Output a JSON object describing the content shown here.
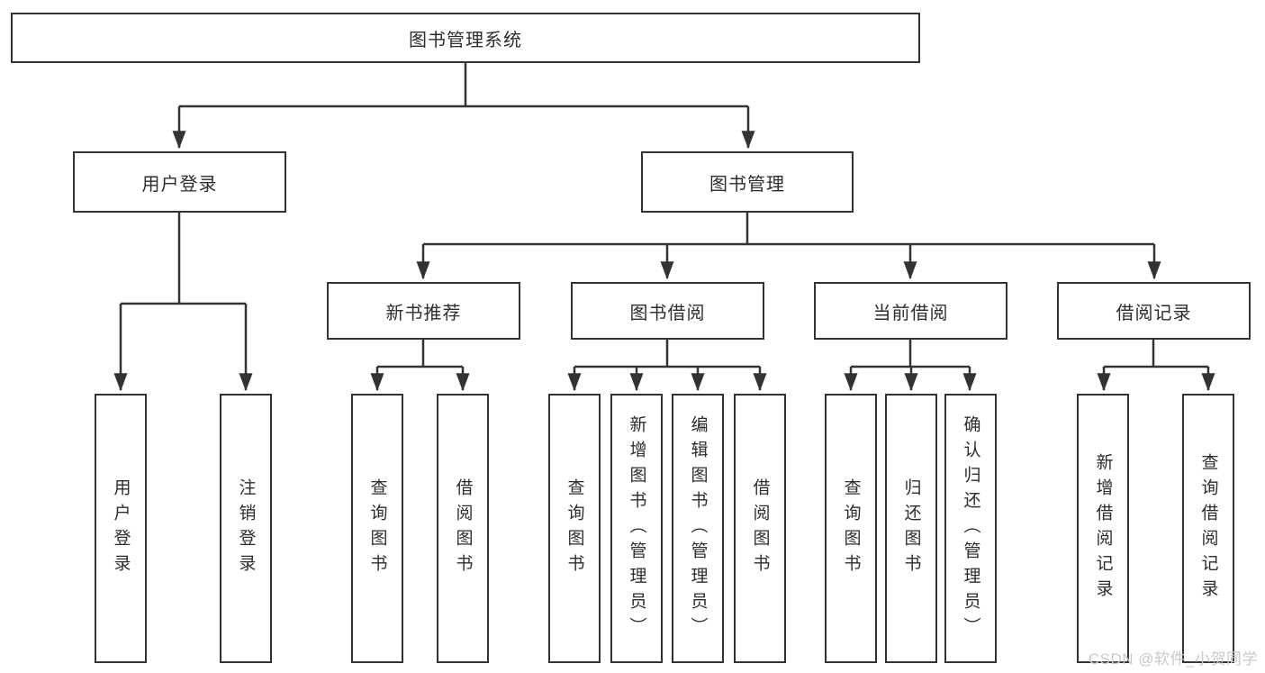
{
  "diagram": {
    "type": "hierarchy",
    "title": "图书管理系统",
    "nodes": {
      "root": "图书管理系统",
      "user_login": "用户登录",
      "book_mgmt": "图书管理",
      "new_book_rec": "新书推荐",
      "book_borrow": "图书借阅",
      "current_borrow": "当前借阅",
      "borrow_record": "借阅记录",
      "ul_login": "用户登录",
      "ul_logout": "注销登录",
      "nb_query": "查询图书",
      "nb_borrow": "借阅图书",
      "bb_query": "查询图书",
      "bb_add": "新增图书（管理员）",
      "bb_edit": "编辑图书（管理员）",
      "bb_borrow": "借阅图书",
      "cb_query": "查询图书",
      "cb_return": "归还图书",
      "cb_confirm": "确认归还（管理员）",
      "br_add": "新增借阅记录",
      "br_query": "查询借阅记录"
    },
    "edges": [
      [
        "root",
        "user_login"
      ],
      [
        "root",
        "book_mgmt"
      ],
      [
        "user_login",
        "ul_login"
      ],
      [
        "user_login",
        "ul_logout"
      ],
      [
        "book_mgmt",
        "new_book_rec"
      ],
      [
        "book_mgmt",
        "book_borrow"
      ],
      [
        "book_mgmt",
        "current_borrow"
      ],
      [
        "book_mgmt",
        "borrow_record"
      ],
      [
        "new_book_rec",
        "nb_query"
      ],
      [
        "new_book_rec",
        "nb_borrow"
      ],
      [
        "book_borrow",
        "bb_query"
      ],
      [
        "book_borrow",
        "bb_add"
      ],
      [
        "book_borrow",
        "bb_edit"
      ],
      [
        "book_borrow",
        "bb_borrow"
      ],
      [
        "current_borrow",
        "cb_query"
      ],
      [
        "current_borrow",
        "cb_return"
      ],
      [
        "current_borrow",
        "cb_confirm"
      ],
      [
        "borrow_record",
        "br_add"
      ],
      [
        "borrow_record",
        "br_query"
      ]
    ]
  },
  "watermark": "CSDN @软件_小贺同学",
  "colors": {
    "line": "#333333",
    "text": "#2d2d2d",
    "watermark": "#c9c9c9",
    "background": "#ffffff"
  }
}
